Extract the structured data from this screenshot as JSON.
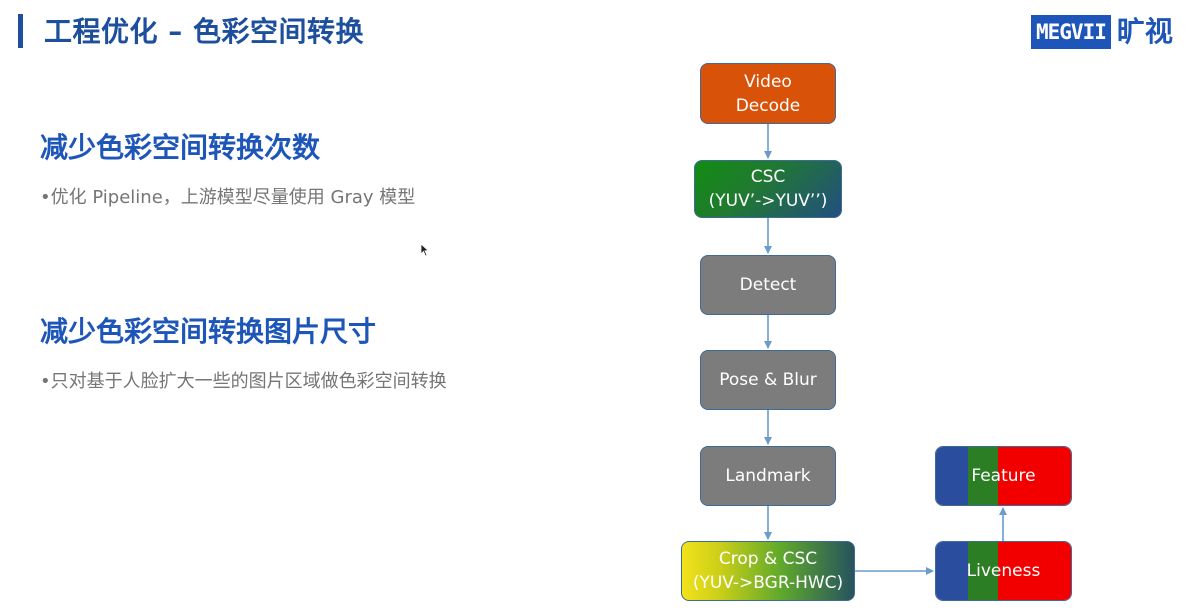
{
  "header": {
    "title": "工程优化 – 色彩空间转换",
    "logo_text": "MEGVII",
    "logo_cn": "旷视"
  },
  "sections": [
    {
      "heading": "减少色彩空间转换次数",
      "bullet": "•优化 Pipeline，上游模型尽量使用 Gray 模型"
    },
    {
      "heading": "减少色彩空间转换图片尺寸",
      "bullet": "•只对基于人脸扩大一些的图片区域做色彩空间转换"
    }
  ],
  "flow": {
    "video": {
      "line1": "Video",
      "line2": "Decode"
    },
    "csc": {
      "line1": "CSC",
      "line2": "(YUV’->YUV’’)"
    },
    "detect": "Detect",
    "pose": "Pose & Blur",
    "landmark": "Landmark",
    "crop": {
      "line1": "Crop & CSC",
      "line2": "(YUV->BGR-HWC)"
    },
    "liveness": "Liveness",
    "feature": "Feature"
  },
  "colors": {
    "title": "#1d4f9c",
    "heading": "#1d56b8",
    "video": "#d8520a",
    "gray_node": "#7c7c7c",
    "arrow": "#6b9ccc",
    "seg_blue": "#2a4d9d",
    "seg_green": "#2b7e24",
    "seg_red": "#f20000"
  }
}
